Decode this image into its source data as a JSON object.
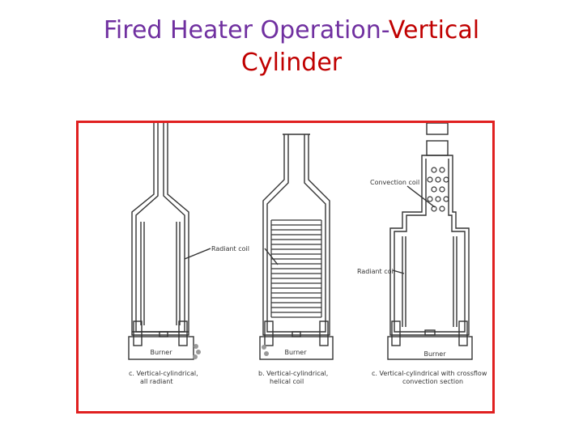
{
  "slide": {
    "title_part1": "Fired Heater Operation-",
    "title_part2": "Vertical",
    "title_line2": "Cylinder"
  },
  "figure": {
    "label_convection_coil": "Convection coil",
    "label_radiant_coil_left": "Radiant coil",
    "label_radiant_coil_right": "Radiant coil",
    "label_burner_a": "Burner",
    "label_burner_b": "Burner",
    "label_burner_c": "Burner",
    "caption_a_line1": "c. Vertical-cylindrical,",
    "caption_a_line2": "all radiant",
    "caption_b_line1": "b. Vertical-cylindrical,",
    "caption_b_line2": "helical coil",
    "caption_c_line1": "c. Vertical-cylindrical with crossflow",
    "caption_c_line2": "convection section"
  },
  "colors": {
    "title_purple": "#7030a0",
    "title_red": "#c00000",
    "frame_border": "#e02020"
  }
}
